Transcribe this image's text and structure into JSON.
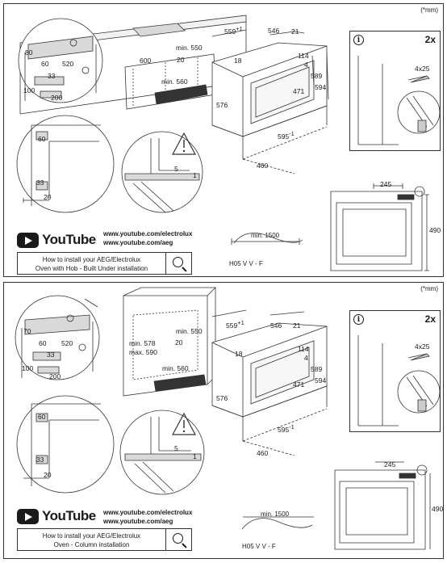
{
  "units_note": "(*mm)",
  "youtube_word": "YouTube",
  "links": [
    "www.youtube.com/electrolux",
    "www.youtube.com/aeg"
  ],
  "cable_length": "min. 1500",
  "cable_type": "H05 V V - F",
  "fix_quantity": "2x",
  "screw_size": "4x25",
  "oven_dims": {
    "width_top": "559",
    "width_top_tol": "+1",
    "depth": "546",
    "depth_front": "21",
    "d18": "18",
    "d114": "114",
    "d4": "4",
    "h589": "589",
    "h594": "594",
    "h471": "471",
    "h576": "576",
    "w595": "595",
    "w595_tol": "-1",
    "w460": "460"
  },
  "door_dims": {
    "w245": "245",
    "h490": "490"
  },
  "corner_dims": {
    "d60": "60",
    "d33": "33",
    "d20": "20"
  },
  "warning_dims": {
    "d5": "5",
    "d1": "1"
  },
  "panels": [
    {
      "title": "How to install your AEG/Electrolux Oven with Hob - Built Under installation",
      "title_l1": "How to install your AEG/Electrolux",
      "title_l2": "Oven with Hob - Built Under installation",
      "niche": {
        "min550": "min. 550",
        "d600": "600",
        "d20": "20",
        "min560": "min. 560"
      },
      "detail": {
        "d80": "80",
        "d60": "60",
        "d520": "520",
        "d33": "33",
        "d100": "100",
        "d200": "200"
      }
    },
    {
      "title": "How to install your AEG/Electrolux Oven - Column installation",
      "title_l1": "How to install your AEG/Electrolux",
      "title_l2": "Oven - Column installation",
      "niche": {
        "min550": "min. 550",
        "min578": "min. 578",
        "max590": "max. 590",
        "d20": "20",
        "min560": "min. 560"
      },
      "detail": {
        "d70": "70",
        "d60": "60",
        "d520": "520",
        "d33": "33",
        "d100": "100",
        "d200": "200"
      }
    }
  ]
}
